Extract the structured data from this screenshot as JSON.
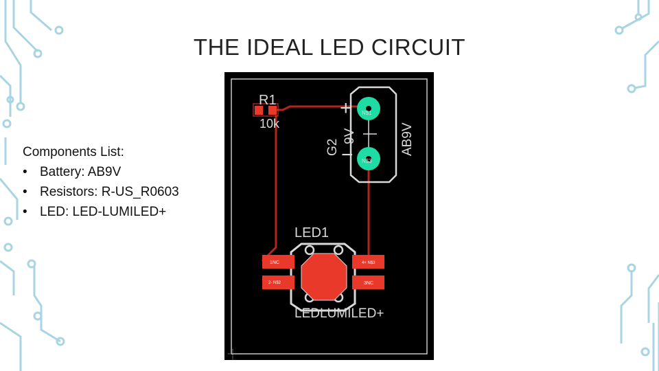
{
  "slide": {
    "title": "THE IDEAL LED CIRCUIT",
    "components_heading": "Components List:",
    "components": [
      "Battery: AB9V",
      "Resistors: R-US_R0603",
      "LED: LED-LUMILED+"
    ]
  },
  "pcb": {
    "resistor_name": "R1",
    "resistor_value": "10k",
    "battery_name": "G2",
    "battery_voltage": "9V",
    "battery_part": "AB9V",
    "plus_symbol": "+",
    "minus_symbol": "−",
    "battery_pad_top": "N$1",
    "battery_pad_bottom": "N$3",
    "led_name": "LED1",
    "led_part": "LEDLUMILED+",
    "led_pad_1": "1NC",
    "led_pad_2": "2- N$2",
    "led_pad_3": "3NC",
    "led_pad_4": "4+ N$3"
  },
  "colors": {
    "board_background": "#000000",
    "board_outline": "#c8c8c8",
    "copper_trace": "#b3261e",
    "pad_red": "#e8392b",
    "through_hole_pad": "#1fdca4",
    "silkscreen_text": "#d9d9d9",
    "circuit_decoration": "#a9d4e2"
  }
}
